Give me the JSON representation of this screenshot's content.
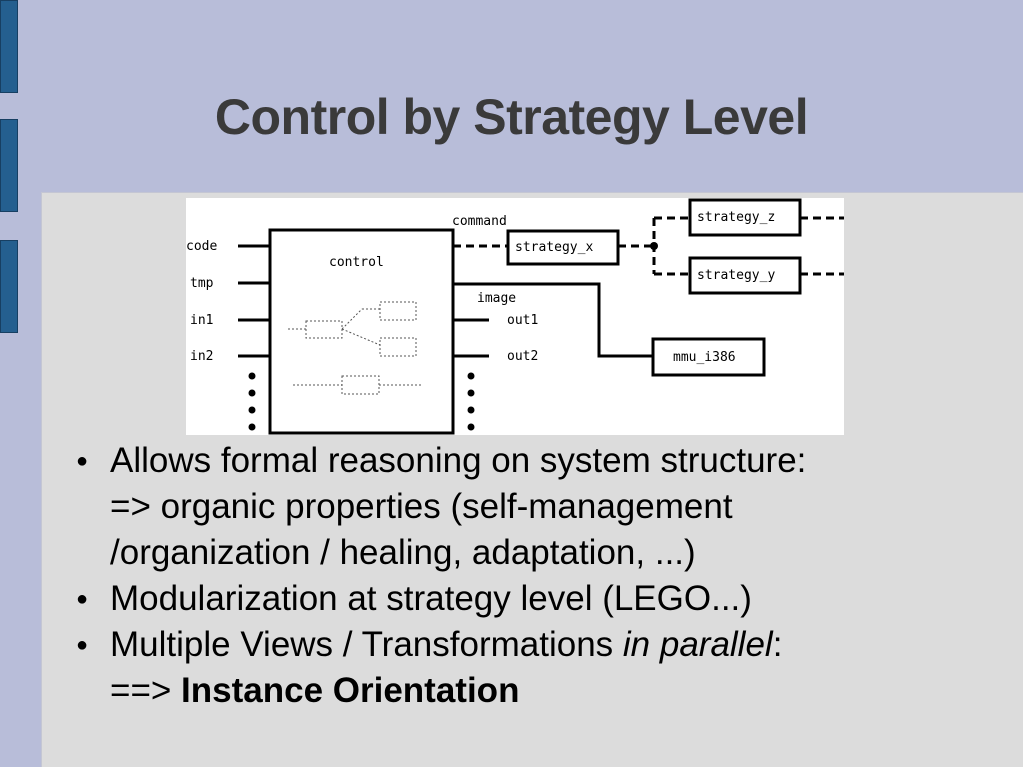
{
  "slide": {
    "title": "Control by Strategy Level"
  },
  "diagram": {
    "inputs": [
      "code",
      "tmp",
      "in1",
      "in2"
    ],
    "control_label": "control",
    "command_label": "command",
    "image_label": "image",
    "outputs": [
      "out1",
      "out2"
    ],
    "strategies": {
      "x": "strategy_x",
      "z": "strategy_z",
      "y": "strategy_y"
    },
    "mmu_label": "mmu_i386"
  },
  "bullets": [
    {
      "lines": [
        "Allows formal reasoning on system structure:",
        "=> organic properties (self-management",
        "/organization / healing, adaptation, ...)"
      ]
    },
    {
      "lines": [
        "Modularization at strategy level (LEGO...)"
      ]
    },
    {
      "line1_prefix": "Multiple Views / Transformations ",
      "line1_italic": "in parallel",
      "line1_suffix": ":",
      "line2_prefix": "==> ",
      "line2_bold": "Instance Orientation"
    }
  ]
}
